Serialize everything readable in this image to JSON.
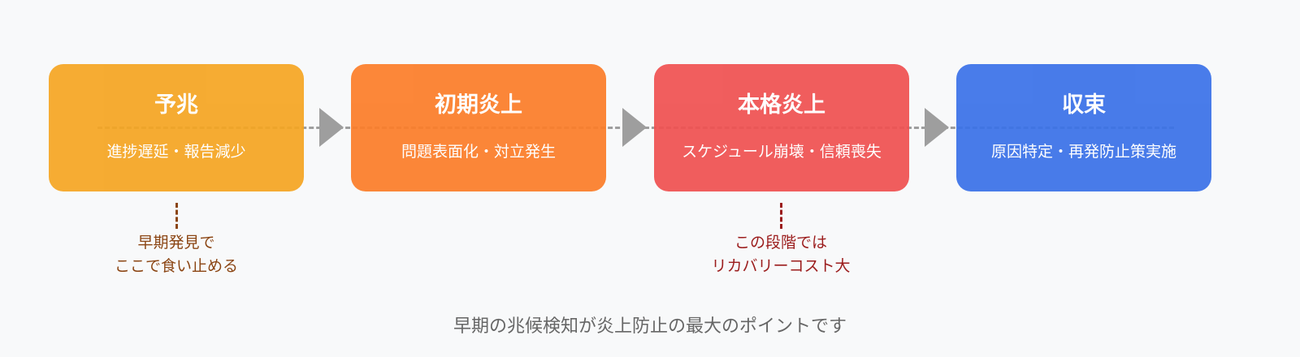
{
  "stages": [
    {
      "title": "予兆",
      "desc": "進捗遅延・報告減少",
      "color": "#f5a623"
    },
    {
      "title": "初期炎上",
      "desc": "問題表面化・対立発生",
      "color": "#fc7e2a"
    },
    {
      "title": "本格炎上",
      "desc": "スケジュール崩壊・信頼喪失",
      "color": "#f05252"
    },
    {
      "title": "収束",
      "desc": "原因特定・再発防止策実施",
      "color": "#3b72e8"
    }
  ],
  "arrows": [
    "arrow-right",
    "arrow-right",
    "arrow-right"
  ],
  "notes": [
    {
      "stage": "予兆",
      "lines": [
        "早期発見で",
        "ここで食い止める"
      ],
      "color": "#8b4513"
    },
    {
      "stage": "本格炎上",
      "lines": [
        "この段階では",
        "リカバリーコスト大"
      ],
      "color": "#9b1c1c"
    }
  ],
  "footer": "早期の兆候検知が炎上防止の最大のポイントです"
}
